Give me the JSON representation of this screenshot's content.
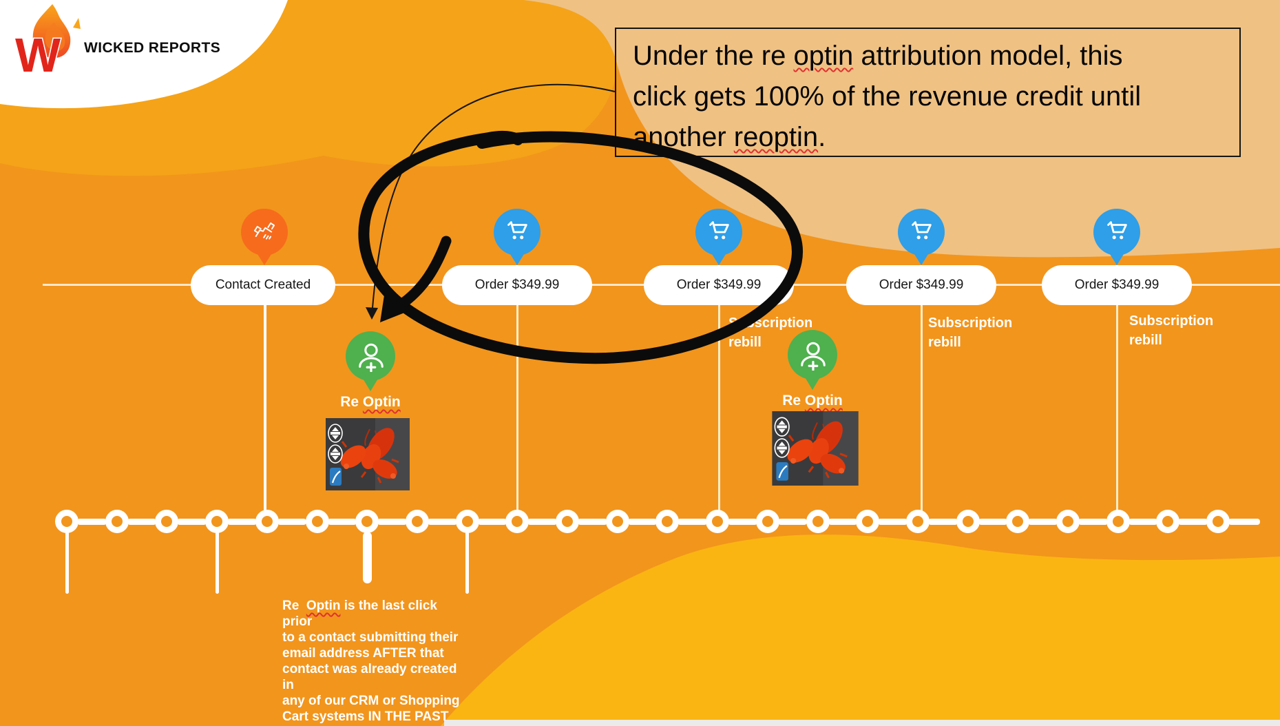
{
  "logo": {
    "brand": "WICKED REPORTS",
    "monogram": "W"
  },
  "callout": {
    "lines": [
      [
        {
          "t": "Under the re "
        },
        {
          "t": "optin",
          "sq": true
        },
        {
          "t": " attribution model, this"
        }
      ],
      [
        {
          "t": "click gets 100% of the revenue credit until"
        }
      ],
      [
        {
          "t": "another "
        },
        {
          "t": "reoptin",
          "sq": true
        },
        {
          "t": "."
        }
      ]
    ]
  },
  "markers": {
    "contact_label": "Contact Created",
    "order_label": "Order $349.99",
    "subscription_lines": [
      [
        {
          "t": "Subscription"
        }
      ],
      [
        {
          "t": "rebill"
        }
      ]
    ],
    "reoptin_lines": [
      [
        {
          "t": "Re "
        },
        {
          "t": "Optin",
          "sq": true
        }
      ]
    ]
  },
  "note": {
    "lines": [
      [
        {
          "t": "Re  "
        },
        {
          "t": "Optin",
          "sq": true
        },
        {
          "t": " is the last click prior"
        }
      ],
      [
        {
          "t": "to a contact submitting their"
        }
      ],
      [
        {
          "t": "email address AFTER that"
        }
      ],
      [
        {
          "t": "contact was already created in"
        }
      ],
      [
        {
          "t": "any of our CRM or Shopping"
        }
      ],
      [
        {
          "t": "Cart systems IN THE PAST"
        }
      ]
    ]
  },
  "chain": {
    "circle_count": 24
  },
  "colors": {
    "background_orange": "#F2951C",
    "amber_blob": "#F5A318",
    "tan_blob": "#EFC183",
    "golden_blob": "#FBB513",
    "order_blue": "#2E9FE8",
    "contact_orange": "#F76B1C",
    "reoptin_green": "#4FB04E",
    "ink_black": "#0b0b0b",
    "squiggle_red": "#E03131"
  }
}
